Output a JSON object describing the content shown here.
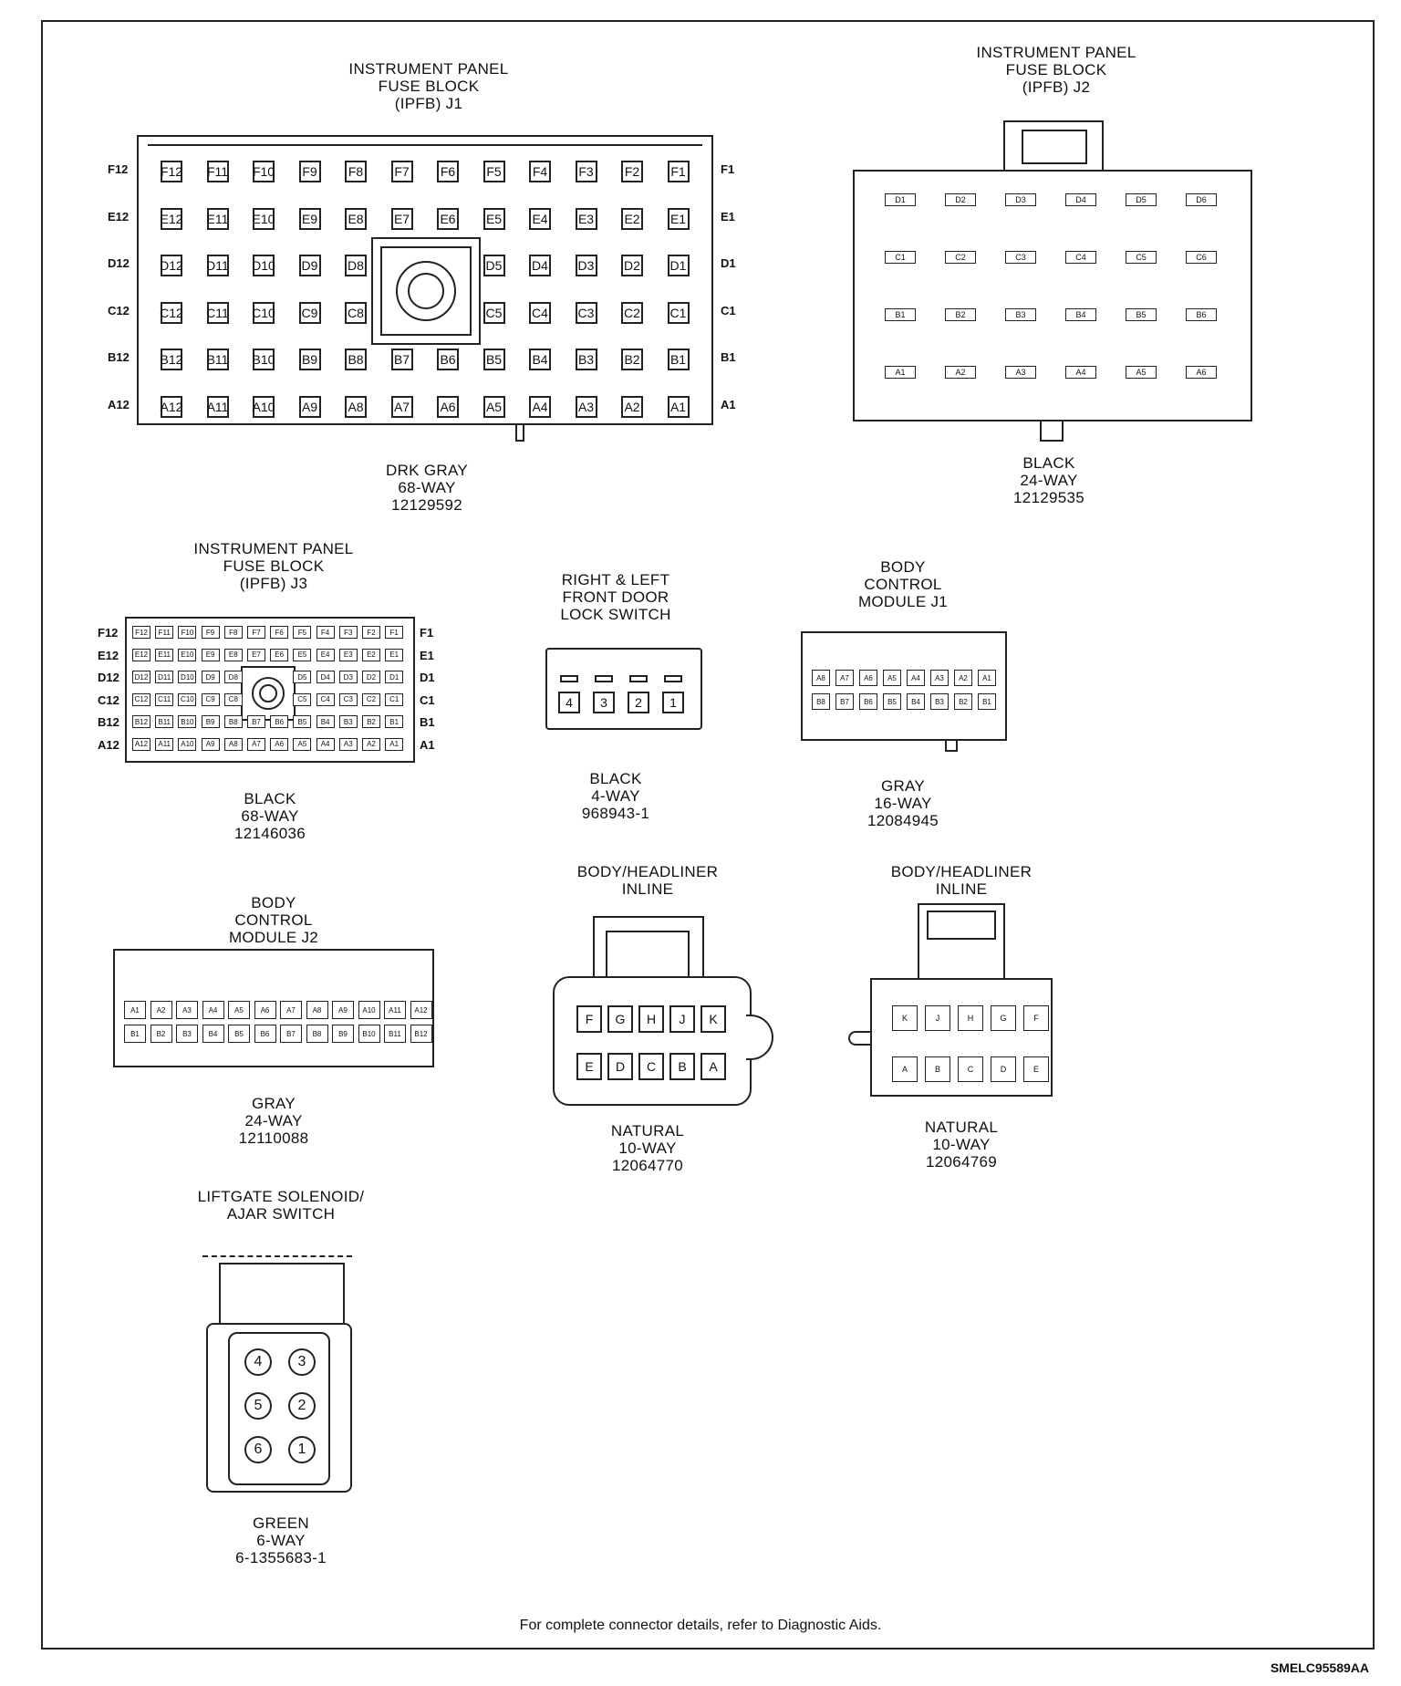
{
  "connectors": [
    {
      "id": "ipfb_j1",
      "title": "INSTRUMENT PANEL\nFUSE BLOCK\n(IPFB)   J1",
      "caption": "DRK GRAY\n68-WAY\n12129592",
      "row_labels": [
        "F12",
        "E12",
        "D12",
        "C12",
        "B12",
        "A12"
      ],
      "right_labels": [
        "F1",
        "E1",
        "D1",
        "C1",
        "B1",
        "A1"
      ]
    },
    {
      "id": "ipfb_j2",
      "title": "INSTRUMENT PANEL\nFUSE BLOCK\n(IPFB)   J2",
      "caption": "BLACK\n24-WAY\n12129535",
      "rows": [
        [
          "D1",
          "D2",
          "D3",
          "D4",
          "D5",
          "D6"
        ],
        [
          "C1",
          "C2",
          "C3",
          "C4",
          "C5",
          "C6"
        ],
        [
          "B1",
          "B2",
          "B3",
          "B4",
          "B5",
          "B6"
        ],
        [
          "A1",
          "A2",
          "A3",
          "A4",
          "A5",
          "A6"
        ]
      ]
    },
    {
      "id": "ipfb_j3",
      "title": "INSTRUMENT PANEL\nFUSE BLOCK\n(IPFB)   J3",
      "caption": "BLACK\n68-WAY\n12146036",
      "row_labels": [
        "F12",
        "E12",
        "D12",
        "C12",
        "B12",
        "A12"
      ],
      "right_labels": [
        "F1",
        "E1",
        "D1",
        "C1",
        "B1",
        "A1"
      ]
    },
    {
      "id": "door_lock",
      "title": "RIGHT & LEFT\nFRONT DOOR\nLOCK SWITCH",
      "caption": "BLACK\n4-WAY\n968943-1",
      "pins": [
        "4",
        "3",
        "2",
        "1"
      ]
    },
    {
      "id": "bcm_j1",
      "title": "BODY\nCONTROL\nMODULE   J1",
      "caption": "GRAY\n16-WAY\n12084945",
      "rows": [
        [
          "A8",
          "A7",
          "A6",
          "A5",
          "A4",
          "A3",
          "A2",
          "A1"
        ],
        [
          "B8",
          "B7",
          "B6",
          "B5",
          "B4",
          "B3",
          "B2",
          "B1"
        ]
      ]
    },
    {
      "id": "bcm_j2",
      "title": "BODY\nCONTROL\nMODULE   J2",
      "caption": "GRAY\n24-WAY\n12110088",
      "rows": [
        [
          "A1",
          "A2",
          "A3",
          "A4",
          "A5",
          "A6",
          "A7",
          "A8",
          "A9",
          "A10",
          "A11",
          "A12"
        ],
        [
          "B1",
          "B2",
          "B3",
          "B4",
          "B5",
          "B6",
          "B7",
          "B8",
          "B9",
          "B10",
          "B11",
          "B12"
        ]
      ]
    },
    {
      "id": "headliner_1",
      "title": "BODY/HEADLINER\nINLINE",
      "caption": "NATURAL\n10-WAY\n12064770",
      "rows": [
        [
          "F",
          "G",
          "H",
          "J",
          "K"
        ],
        [
          "E",
          "D",
          "C",
          "B",
          "A"
        ]
      ]
    },
    {
      "id": "headliner_2",
      "title": "BODY/HEADLINER\nINLINE",
      "caption": "NATURAL\n10-WAY\n12064769",
      "rows": [
        [
          "K",
          "J",
          "H",
          "G",
          "F"
        ],
        [
          "A",
          "B",
          "C",
          "D",
          "E"
        ]
      ]
    },
    {
      "id": "liftgate",
      "title": "LIFTGATE SOLENOID/\nAJAR SWITCH",
      "caption": "GREEN\n6-WAY\n6-1355683-1",
      "rows": [
        [
          "4",
          "3"
        ],
        [
          "5",
          "2"
        ],
        [
          "6",
          "1"
        ]
      ]
    }
  ],
  "j1_grid": [
    [
      "F12",
      "F11",
      "F10",
      "F9",
      "F8",
      "F7",
      "F6",
      "F5",
      "F4",
      "F3",
      "F2",
      "F1"
    ],
    [
      "E12",
      "E11",
      "E10",
      "E9",
      "E8",
      "E7",
      "E6",
      "E5",
      "E4",
      "E3",
      "E2",
      "E1"
    ],
    [
      "D12",
      "D11",
      "D10",
      "D9",
      "D8",
      "",
      "",
      "D5",
      "D4",
      "D3",
      "D2",
      "D1"
    ],
    [
      "C12",
      "C11",
      "C10",
      "C9",
      "C8",
      "",
      "",
      "C5",
      "C4",
      "C3",
      "C2",
      "C1"
    ],
    [
      "B12",
      "B11",
      "B10",
      "B9",
      "B8",
      "B7",
      "B6",
      "B5",
      "B4",
      "B3",
      "B2",
      "B1"
    ],
    [
      "A12",
      "A11",
      "A10",
      "A9",
      "A8",
      "A7",
      "A6",
      "A5",
      "A4",
      "A3",
      "A2",
      "A1"
    ]
  ],
  "footer": "For complete connector details, refer to Diagnostic Aids.",
  "figure_code": "SMELC95589AA"
}
